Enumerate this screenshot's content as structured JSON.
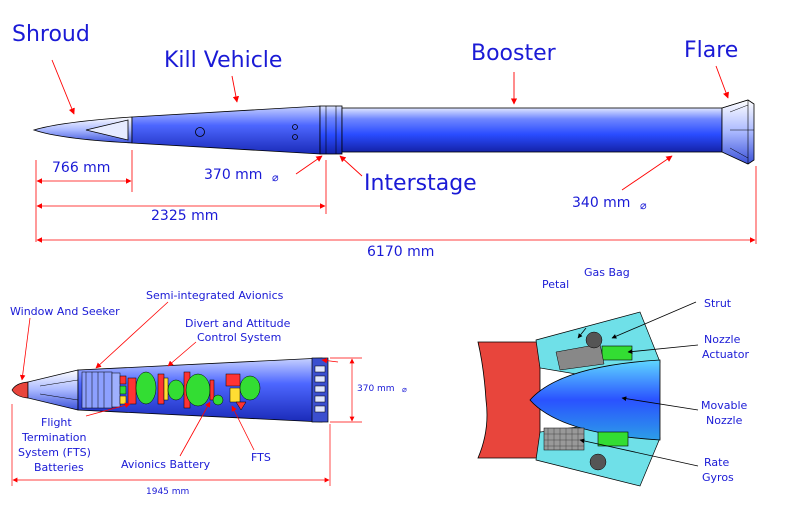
{
  "top": {
    "shroud": "Shroud",
    "kill_vehicle": "Kill Vehicle",
    "booster": "Booster",
    "flare": "Flare",
    "interstage": "Interstage",
    "dim_766": "766 mm",
    "dim_2325": "2325 mm",
    "dim_6170": "6170 mm",
    "dia_370": "370 mm",
    "dia_340": "340 mm",
    "dia_symbol": "⌀"
  },
  "kill_vehicle": {
    "window_seeker": "Window And Seeker",
    "semi_avionics": "Semi-integrated Avionics",
    "divert_line1": "Divert and Attitude",
    "divert_line2": "Control System",
    "fts_batt_line1": "Flight",
    "fts_batt_line2": "Termination",
    "fts_batt_line3": "System (FTS)",
    "fts_batt_line4": "Batteries",
    "avionics_battery": "Avionics Battery",
    "fts": "FTS",
    "dia_370": "370 mm",
    "dia_symbol": "⌀",
    "length_1945": "1945 mm"
  },
  "nozzle": {
    "gas_bag": "Gas Bag",
    "petal": "Petal",
    "strut": "Strut",
    "nozzle_actuator_line1": "Nozzle",
    "nozzle_actuator_line2": "Actuator",
    "movable_nozzle_line1": "Movable",
    "movable_nozzle_line2": "Nozzle",
    "rate_gyros_line1": "Rate",
    "rate_gyros_line2": "Gyros"
  },
  "colors": {
    "label_blue": "#1a1ad6",
    "arrow_red": "#ff0000",
    "body_blue": "#3b5bff",
    "nozzle_red": "#e8453c",
    "cyan": "#6fe0e8",
    "green": "#33dd33"
  }
}
